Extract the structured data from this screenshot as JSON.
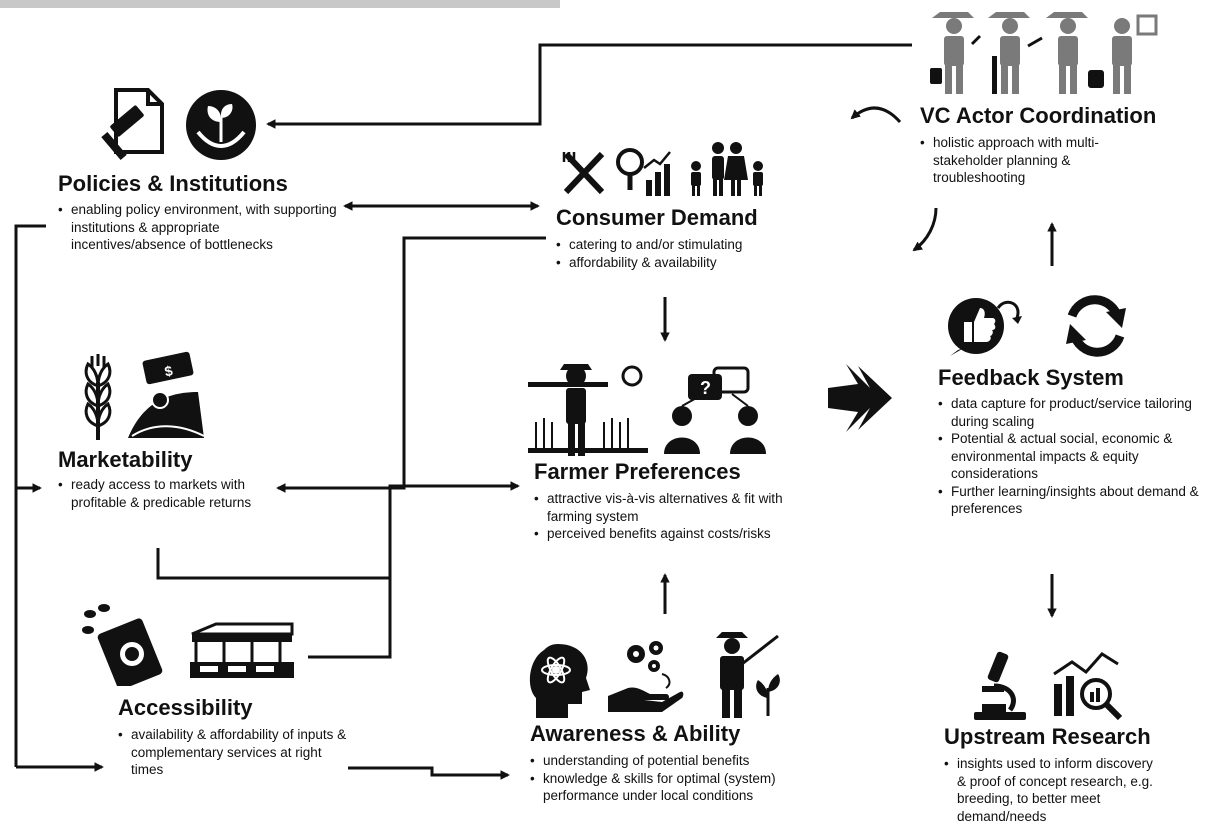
{
  "colors": {
    "ink": "#111111",
    "grey": "#7a7a7a",
    "background": "#ffffff"
  },
  "nodes": {
    "policies": {
      "title": "Policies & Institutions",
      "icons": [
        "legal-document-icon",
        "hands-holding-plant-icon"
      ],
      "bullets": [
        "enabling policy environment, with supporting institutions & appropriate incentives/absence of bottlenecks"
      ]
    },
    "consumer": {
      "title": "Consumer Demand",
      "icons": [
        "fork-knife-icon",
        "market-analysis-icon",
        "family-icon"
      ],
      "bullets": [
        "catering to and/or stimulating",
        "affordability & availability"
      ]
    },
    "vc_actor": {
      "title": "VC Actor Coordination",
      "icons": [
        "value-chain-actors-icon"
      ],
      "bullets": [
        "holistic approach with multi-stakeholder planning & troubleshooting"
      ]
    },
    "marketability": {
      "title": "Marketability",
      "icons": [
        "wheat-icon",
        "money-harvest-icon"
      ],
      "bullets": [
        "ready access to markets with profitable & predicable returns"
      ]
    },
    "farmer": {
      "title": "Farmer Preferences",
      "icons": [
        "farmer-field-icon",
        "discussion-icon"
      ],
      "bullets": [
        "attractive vis-à-vis alternatives & fit with farming system",
        "perceived benefits against costs/risks"
      ]
    },
    "feedback": {
      "title": "Feedback System",
      "icons": [
        "thumbs-up-bubble-icon",
        "refresh-cycle-icon"
      ],
      "bullets": [
        "data capture for product/service tailoring during scaling",
        "Potential & actual social, economic & environmental impacts & equity considerations",
        "Further learning/insights about demand & preferences"
      ]
    },
    "accessibility": {
      "title": "Accessibility",
      "icons": [
        "seed-packet-icon",
        "market-stalls-icon"
      ],
      "bullets": [
        "availability & affordability of inputs & complementary services at right times"
      ]
    },
    "awareness": {
      "title": "Awareness & Ability",
      "icons": [
        "knowledge-head-icon",
        "hand-gears-icon",
        "farmer-planting-icon"
      ],
      "bullets": [
        "understanding of potential benefits",
        "knowledge & skills for optimal (system) performance under local conditions"
      ]
    },
    "upstream": {
      "title": "Upstream Research",
      "icons": [
        "microscope-icon",
        "data-analysis-icon"
      ],
      "bullets": [
        "insights used to inform discovery & proof of concept research, e.g. breeding, to better meet demand/needs"
      ]
    }
  }
}
